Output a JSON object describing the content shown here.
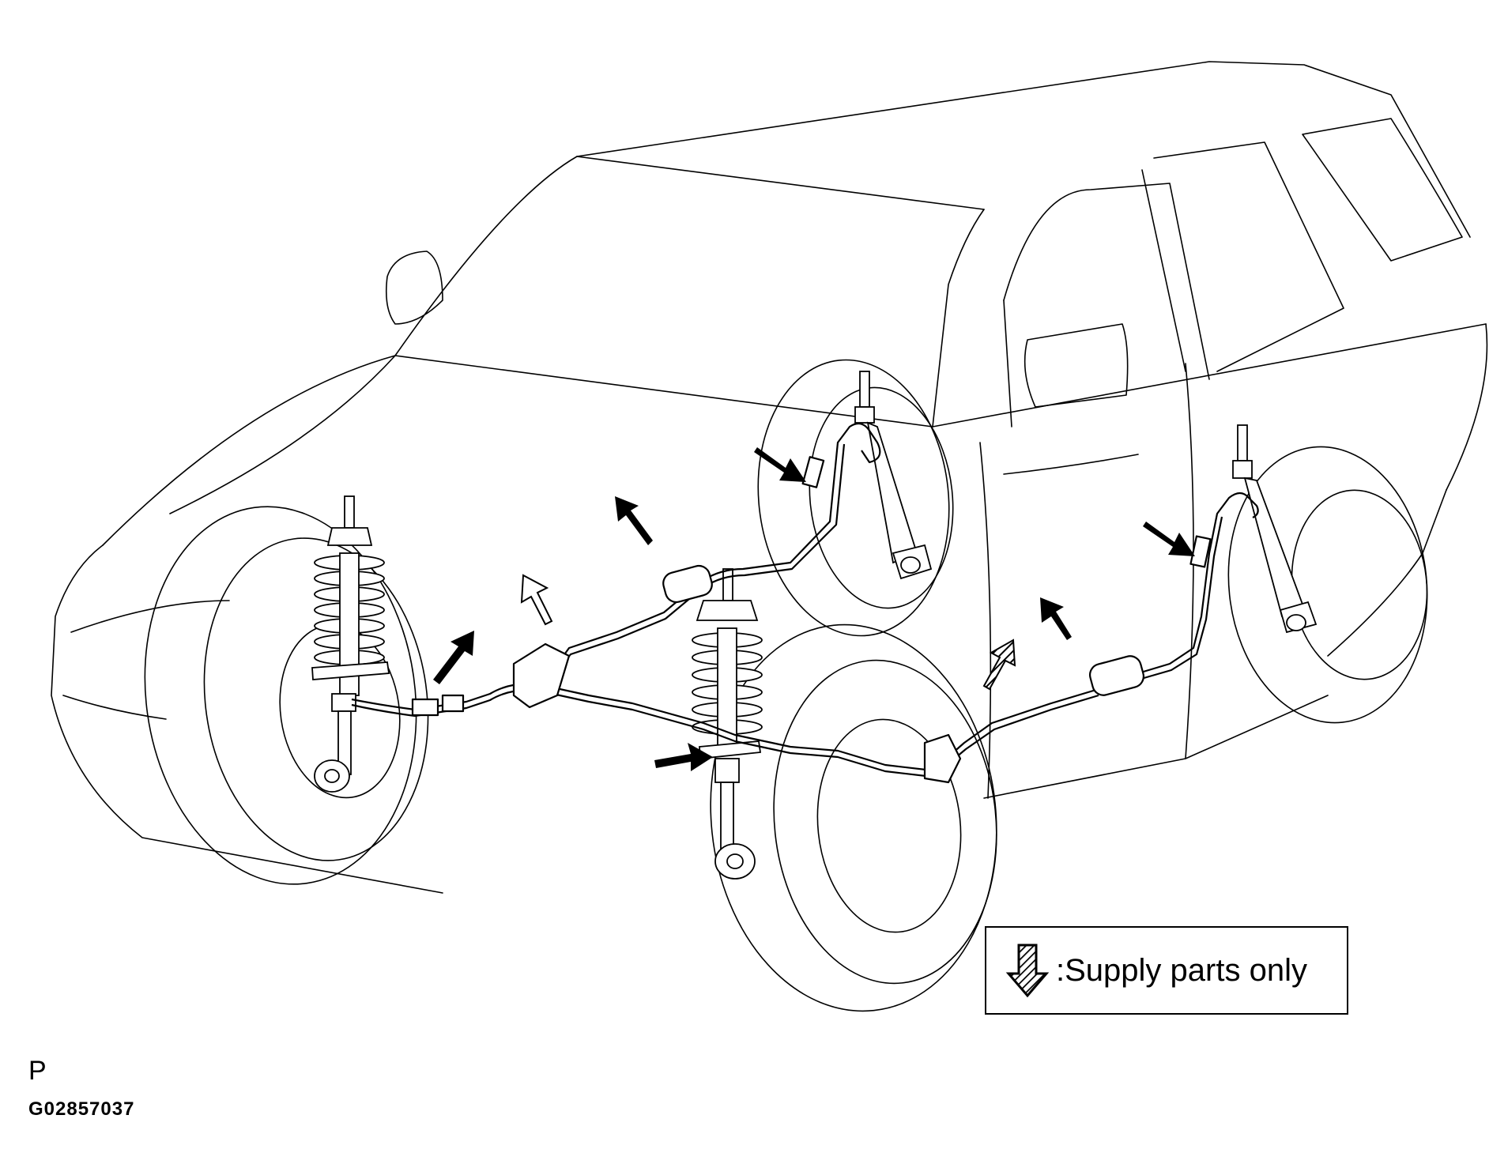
{
  "legend": {
    "text": ":Supply parts only",
    "icon": "hatched-down-arrow-icon"
  },
  "reference": {
    "letter": "P",
    "code": "G02857037"
  },
  "colors": {
    "line": "#000000",
    "background": "#ffffff"
  }
}
